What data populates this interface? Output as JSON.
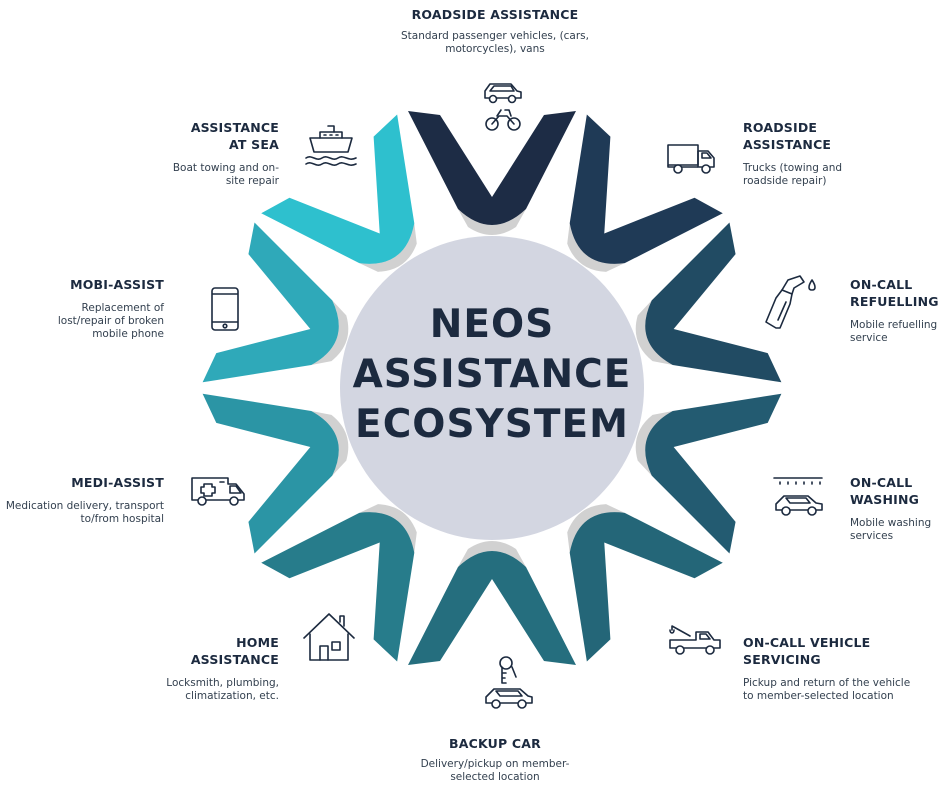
{
  "center": {
    "lines": [
      "NEOS",
      "ASSISTANCE",
      "ECOSYSTEM"
    ],
    "circle_color": "#d3d6e1"
  },
  "items": [
    {
      "title": "ROADSIDE ASSISTANCE",
      "desc": "Standard passenger vehicles, (cars, motorcycles), vans",
      "icon": "car-motorcycle-icon",
      "color": "#1d2c45"
    },
    {
      "title": "ROADSIDE ASSISTANCE",
      "desc": "Trucks (towing and roadside repair)",
      "icon": "truck-icon",
      "color": "#1f3a56"
    },
    {
      "title": "ON-CALL REFUELLING",
      "desc": "Mobile refuelling service",
      "icon": "fuel-nozzle-icon",
      "color": "#214b63"
    },
    {
      "title": "ON-CALL WASHING",
      "desc": "Mobile washing services",
      "icon": "car-wash-icon",
      "color": "#235b71"
    },
    {
      "title": "ON-CALL VEHICLE SERVICING",
      "desc": "Pickup and return of the vehicle to member-selected location",
      "icon": "tow-truck-icon",
      "color": "#246678"
    },
    {
      "title": "BACKUP CAR",
      "desc": "Delivery/pickup on member-selected location",
      "icon": "car-key-icon",
      "color": "#256e7e"
    },
    {
      "title": "HOME ASSISTANCE",
      "desc": "Locksmith, plumbing, climatization, etc.",
      "icon": "house-icon",
      "color": "#277c8b"
    },
    {
      "title": "MEDI-ASSIST",
      "desc": "Medication delivery, transport to/from hospital",
      "icon": "ambulance-icon",
      "color": "#2b95a5"
    },
    {
      "title": "MOBI-ASSIST",
      "desc": "Replacement of lost/repair of broken mobile phone",
      "icon": "smartphone-icon",
      "color": "#2fa9b9"
    },
    {
      "title": "ASSISTANCE AT SEA",
      "desc": "Boat towing and on-site repair",
      "icon": "boat-icon",
      "color": "#2ec0ce"
    }
  ]
}
